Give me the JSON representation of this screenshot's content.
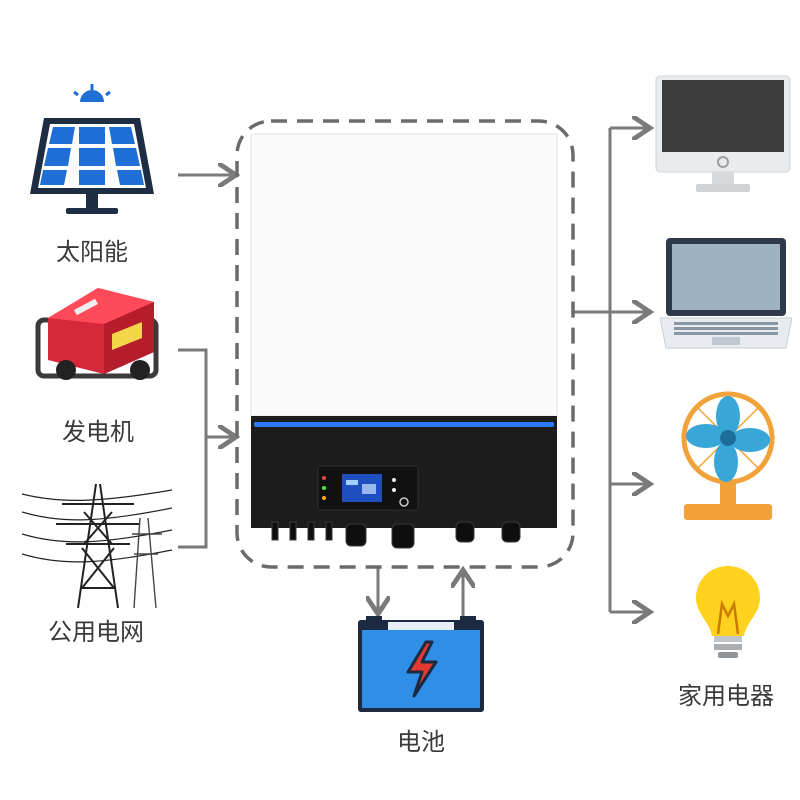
{
  "labels": {
    "solar": "太阳能",
    "generator": "发电机",
    "grid": "公用电网",
    "battery": "电池",
    "appliances": "家用电器"
  },
  "icons": {
    "solar": "solar-panel-icon",
    "generator": "generator-icon",
    "grid": "power-tower-icon",
    "inverter": "inverter-device",
    "battery": "battery-icon",
    "desktop": "desktop-monitor-icon",
    "laptop": "laptop-icon",
    "fan": "fan-icon",
    "bulb": "light-bulb-icon"
  },
  "colors": {
    "arrow": "#7a7a7a",
    "dashed_border": "#6b6b6b",
    "solar_blue": "#1f6fd6",
    "generator_red": "#d6283a",
    "battery_blue": "#2f8ee6",
    "bolt_red": "#e23a2e",
    "inverter_black": "#1c1c1c",
    "inverter_accent": "#2a7bff",
    "fan_blue": "#39a6d8",
    "fan_orange": "#f2a23a",
    "bulb_yellow": "#ffd21f"
  }
}
